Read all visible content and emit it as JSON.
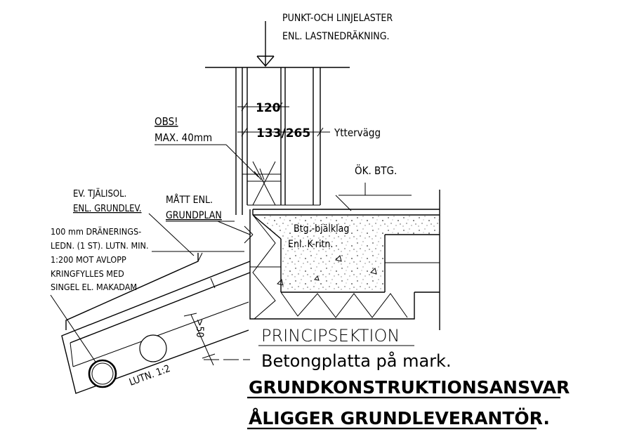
{
  "load_note": {
    "line1": "PUNKT-OCH LINJELASTER",
    "line2": "ENL. LASTNEDRÄKNING."
  },
  "dims": {
    "d120": "120",
    "d133": "133/265"
  },
  "obs": {
    "line1": "OBS!",
    "line2": "MAX. 40mm"
  },
  "wall_label": "Yttervägg",
  "concrete_label": "ÖK. BTG.",
  "frost": {
    "line1": "EV. TJÄLISOL.",
    "line2": "ENL. GRUNDLEV."
  },
  "matt": {
    "line1": "MÅTT ENL.",
    "line2": "GRUNDPLAN"
  },
  "drain": {
    "line1": "100 mm DRÄNERINGS-",
    "line2": "LEDN. (1 ST). LUTN. MIN.",
    "line3": "1:200 MOT AVLOPP",
    "line4": "KRINGFYLLES MED",
    "line5": "SINGEL EL. MAKADAM"
  },
  "beam": {
    "line1": "Btg.-bjälklag",
    "line2": "Enl. K-ritn."
  },
  "dim_50": ">50",
  "slope": "LUTN. 1:2",
  "section_title": "PRINCIPSEKTION",
  "section_subtitle": "Betongplatta på mark.",
  "responsibility": {
    "line1": "GRUNDKONSTRUKTIONSANSVAR",
    "line2": "ÅLIGGER GRUNDLEVERANTÖR."
  }
}
